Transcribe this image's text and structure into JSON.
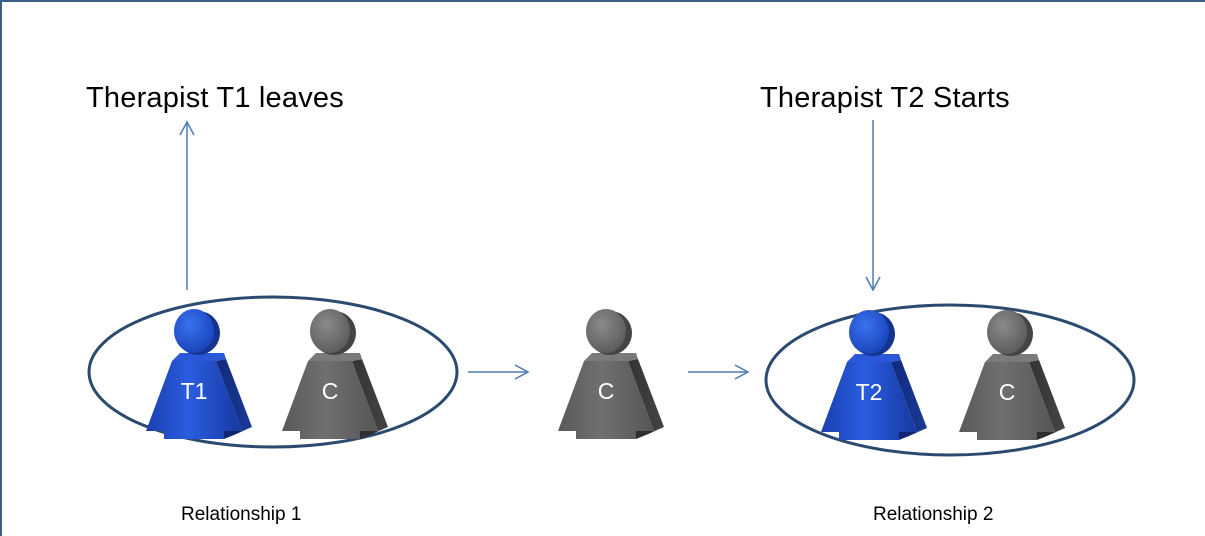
{
  "labels": {
    "t1_leaves": "Therapist T1 leaves",
    "t2_starts": "Therapist T2 Starts",
    "relationship_1": "Relationship  1",
    "relationship_2": "Relationship  2"
  },
  "figures": {
    "r1_therapist": "T1",
    "r1_client": "C",
    "middle_client": "C",
    "r2_therapist": "T2",
    "r2_client": "C"
  },
  "colors": {
    "therapist": "#1f49c4",
    "client": "#666666",
    "outline": "#2a4a70",
    "arrow": "#4f7bb5"
  }
}
